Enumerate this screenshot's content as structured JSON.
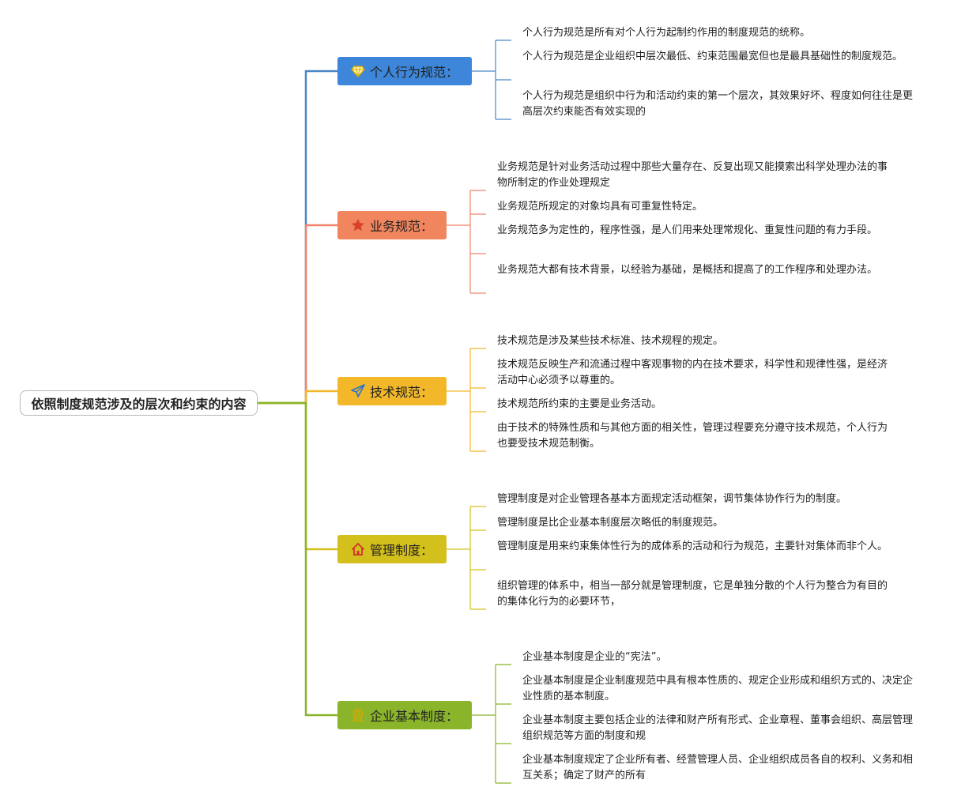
{
  "root": {
    "label": "依照制度规范涉及的层次和约束的内容"
  },
  "branches": [
    {
      "id": "personal",
      "label": "个人行为规范：",
      "icon": "diamond-icon",
      "color": "#3d86d9",
      "line_color": "#4a86c7",
      "leaves": [
        "个人行为规范是所有对个人行为起制约作用的制度规范的统称。",
        "个人行为规范是企业组织中层次最低、约束范围最宽但也是最具基础性的制度规范。",
        "个人行为规范是组织中行为和活动约束的第一个层次，其效果好坏、程度如何往往是更高层次约束能否有效实现的"
      ]
    },
    {
      "id": "business",
      "label": "业务规范：",
      "icon": "star-icon",
      "color": "#f0855e",
      "line_color": "#f0856a",
      "leaves": [
        "业务规范是针对业务活动过程中那些大量存在、反复出现又能摸索出科学处理办法的事物所制定的作业处理规定",
        "业务规范所规定的对象均具有可重复性特定。",
        "业务规范多为定性的，程序性强，是人们用来处理常规化、重复性问题的有力手段。",
        "业务规范大都有技术背景，以经验为基础，是概括和提高了的工作程序和处理办法。"
      ]
    },
    {
      "id": "technical",
      "label": "技术规范：",
      "icon": "paper-plane-icon",
      "color": "#f2b82a",
      "line_color": "#f2b82a",
      "leaves": [
        "技术规范是涉及某些技术标准、技术规程的规定。",
        "技术规范反映生产和流通过程中客观事物的内在技术要求，科学性和规律性强，是经济活动中心必须予以尊重的。",
        "技术规范所约束的主要是业务活动。",
        "由于技术的特殊性质和与其他方面的相关性，管理过程要充分遵守技术规范，个人行为也要受技术规范制衡。"
      ]
    },
    {
      "id": "management",
      "label": "管理制度：",
      "icon": "house-icon",
      "color": "#d4c01c",
      "line_color": "#d4c01c",
      "leaves": [
        "管理制度是对企业管理各基本方面规定活动框架，调节集体协作行为的制度。",
        "管理制度是比企业基本制度层次略低的制度规范。",
        "管理制度是用来约束集体性行为的成体系的活动和行为规范，主要针对集体而非个人。",
        "组织管理的体系中，相当一部分就是管理制度，它是单独分散的个人行为整合为有目的的集体化行为的必要环节，"
      ]
    },
    {
      "id": "basic",
      "label": "企业基本制度：",
      "icon": "award-icon",
      "color": "#8ab52a",
      "line_color": "#8ab52a",
      "leaves": [
        "企业基本制度是企业的“宪法”。",
        "企业基本制度是企业制度规范中具有根本性质的、规定企业形成和组织方式的、决定企业性质的基本制度。",
        "企业基本制度主要包括企业的法律和财产所有形式、企业章程、董事会组织、高层管理组织规范等方面的制度和规",
        "企业基本制度规定了企业所有者、经营管理人员、企业组织成员各自的权利、义务和相互关系；确定了财产的所有"
      ]
    }
  ]
}
